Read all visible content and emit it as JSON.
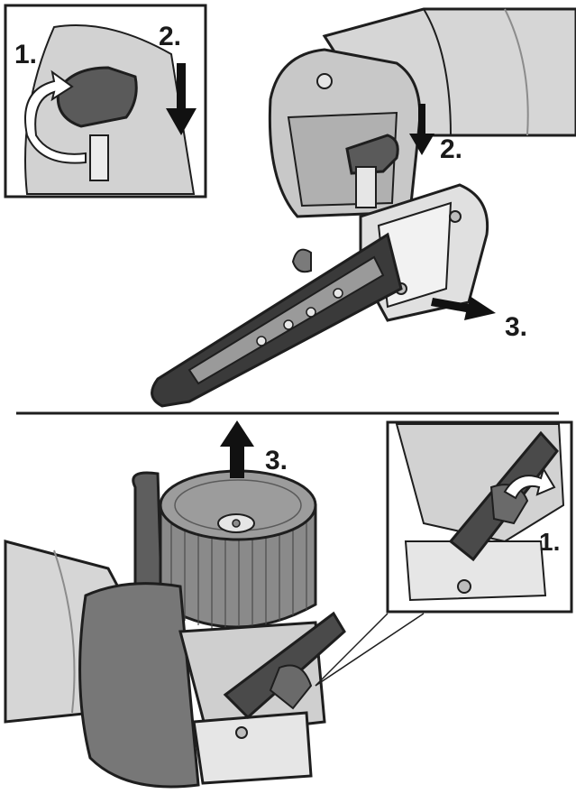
{
  "colors": {
    "background": "#ffffff",
    "outline": "#1e1e1e",
    "metal_light": "#e6e6e6",
    "metal_mid": "#bdbdbd",
    "metal_dark": "#8c8c8c",
    "rubber": "#5a5a5a",
    "belt": "#3a3a3a",
    "arrow": "#111111"
  },
  "top_panel": {
    "inset": {
      "step_1": "1.",
      "step_2": "2."
    },
    "step_2": "2.",
    "step_3": "3."
  },
  "bottom_panel": {
    "step_3": "3.",
    "inset": {
      "step_1": "1."
    }
  },
  "icons": {
    "rotate_arrow": "rotate-arrow-icon",
    "down_arrow": "down-arrow-icon",
    "up_arrow": "up-arrow-icon",
    "pull_arrow": "pull-arrow-icon"
  }
}
